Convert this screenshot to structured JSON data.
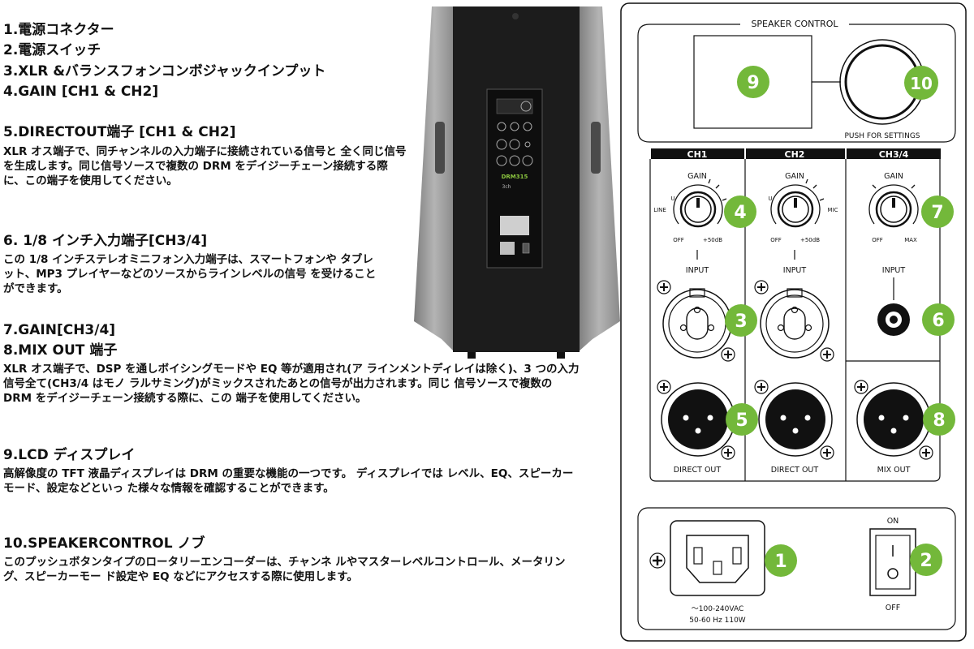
{
  "items": [
    {
      "heading": "1.電源コネクター",
      "body": ""
    },
    {
      "heading": "2.電源スイッチ",
      "body": ""
    },
    {
      "heading": "3.XLR &バランスフォンコンボジャックインプット",
      "body": ""
    },
    {
      "heading": "4.GAIN [CH1 & CH2]",
      "body": ""
    },
    {
      "heading": "5.DIRECTOUT端子 [CH1 & CH2]",
      "body": "XLR オス端子で、同チャンネルの入力端子に接続されている信号と 全く同じ信号を生成します。同じ信号ソースで複数の DRM をデイジーチェーン接続する際に、この端子を使用してください。"
    },
    {
      "heading": "6. 1/8 インチ入力端子[CH3/4]",
      "body": "この 1/8 インチステレオミニフォン入力端子は、スマートフォンや タブレット、MP3 プレイヤーなどのソースからラインレベルの信号 を受けることができます。"
    },
    {
      "heading": "7.GAIN[CH3/4]",
      "body": ""
    },
    {
      "heading": "8.MIX OUT 端子",
      "body": "XLR オス端子で、DSP を通しボイシングモードや EQ 等が適用され(ア ラインメントディレイは除く)、3 つの入力信号全て(CH3/4 はモノ ラルサミング)がミックスされたあとの信号が出力されます。同じ 信号ソースで複数の DRM をデイジーチェーン接続する際に、この 端子を使用してください。"
    },
    {
      "heading": "9.LCD ディスプレイ",
      "body": "高解像度の TFT 液晶ディスプレイは DRM の重要な機能の一つです。 ディスプレイでは レベル、EQ、スピーカーモード、設定などといっ た様々な情報を確認することができます。"
    },
    {
      "heading": "10.SPEAKERCONTROL ノブ",
      "body": "このプッシュボタンタイプのロータリーエンコーダーは、チャンネ ルやマスターレベルコントロール、メータリング、スピーカーモー ド設定や EQ などにアクセスする際に使用します。"
    }
  ],
  "speaker": {
    "model": "DRM315",
    "small_label": "3ch"
  },
  "panel": {
    "speaker_control_title": "SPEAKER CONTROL",
    "push_label": "PUSH FOR SETTINGS",
    "channels": [
      {
        "name": "CH1",
        "gain": "GAIN",
        "side": "LINE",
        "mark": "U",
        "min": "OFF",
        "max": "+50dB",
        "input": "INPUT",
        "out": "DIRECT OUT"
      },
      {
        "name": "CH2",
        "gain": "GAIN",
        "side": "MIC",
        "mark": "U",
        "min": "OFF",
        "max": "+50dB",
        "input": "INPUT",
        "out": "DIRECT OUT"
      },
      {
        "name": "CH3/4",
        "gain": "GAIN",
        "min": "OFF",
        "max": "MAX",
        "input": "INPUT",
        "out": "MIX OUT"
      }
    ],
    "power": {
      "on": "ON",
      "off": "OFF",
      "rating_line1": "～100-240VAC",
      "rating_line2": "50-60 Hz 110W"
    },
    "badges": [
      "1",
      "2",
      "3",
      "4",
      "5",
      "6",
      "7",
      "8",
      "9",
      "10"
    ],
    "badge_color": "#73b83a"
  }
}
